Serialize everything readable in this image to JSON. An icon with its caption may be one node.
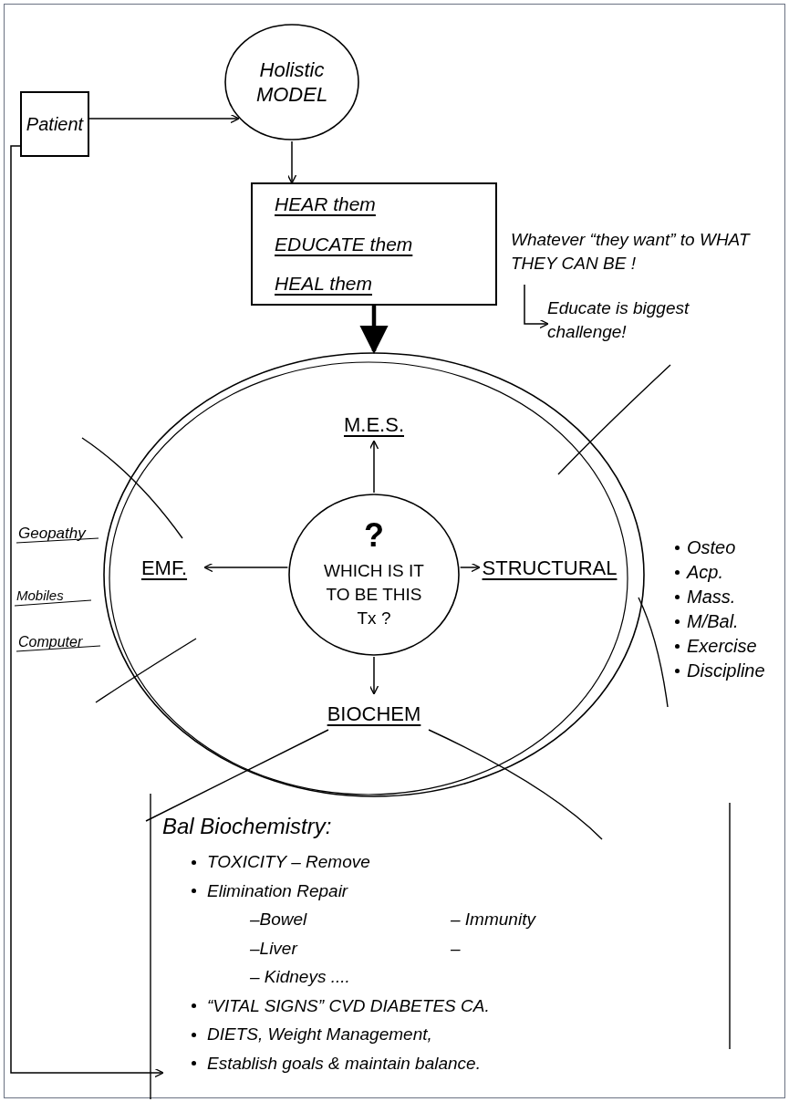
{
  "diagram": {
    "nodes": [
      {
        "text": [
          "Patient"
        ]
      },
      {
        "text": [
          "Holistic MODEL"
        ]
      },
      {
        "text": [
          "HEAR them",
          "EDUCATE them",
          "HEAL them"
        ]
      },
      {
        "text": [
          "Whatever “they want” to WHAT THEY CAN BE !"
        ]
      },
      {
        "text": [
          "Educate is biggest challenge!"
        ]
      },
      {
        "text": [],
        "shape": "circle"
      },
      {
        "text": [
          "M.E.S."
        ],
        "in": 5
      },
      {
        "text": [
          "?",
          "WHICH IS IT TO BE THIS Tx ?"
        ],
        "in": 5
      },
      {
        "text": [
          "EMF."
        ],
        "in": 5
      },
      {
        "text": [
          "STRUCTURAL"
        ],
        "in": 5
      },
      {
        "text": [
          "BIOCHEM"
        ],
        "in": 5
      },
      {
        "text": [
          "Bal Biochemistry:",
          "TOXICITY – Remove",
          "Elimination Repair",
          "–Bowel",
          "– Immunity",
          "–Liver",
          "–",
          "– Kidneys ....",
          "“VITAL SIGNS” CVD DIABETES CA.",
          "DIETS, Weight Management,",
          "Establish goals & maintain balance."
        ]
      }
    ],
    "edges": [
      {
        "from": 0,
        "to": 1,
        "arrow": "to"
      },
      {
        "from": 1,
        "to": 2,
        "arrow": "to"
      },
      {
        "from": 2,
        "to": 5,
        "arrow": "to",
        "style": "thick"
      },
      {
        "from": 7,
        "to": 6,
        "arrow": "to"
      },
      {
        "from": 7,
        "to": 8,
        "arrow": "to"
      },
      {
        "from": 7,
        "to": 9,
        "arrow": "to"
      },
      {
        "from": 7,
        "to": 10,
        "arrow": "to"
      },
      {
        "from": 3,
        "to": 4,
        "arrow": "to"
      },
      {
        "from": 0,
        "to": 11,
        "arrow": "to"
      }
    ],
    "labels": [
      "Geopathy",
      "Mobiles",
      "Computer",
      "Osteo",
      "Acp.",
      "Mass.",
      "M/Bal.",
      "Exercise",
      "Discipline"
    ]
  }
}
